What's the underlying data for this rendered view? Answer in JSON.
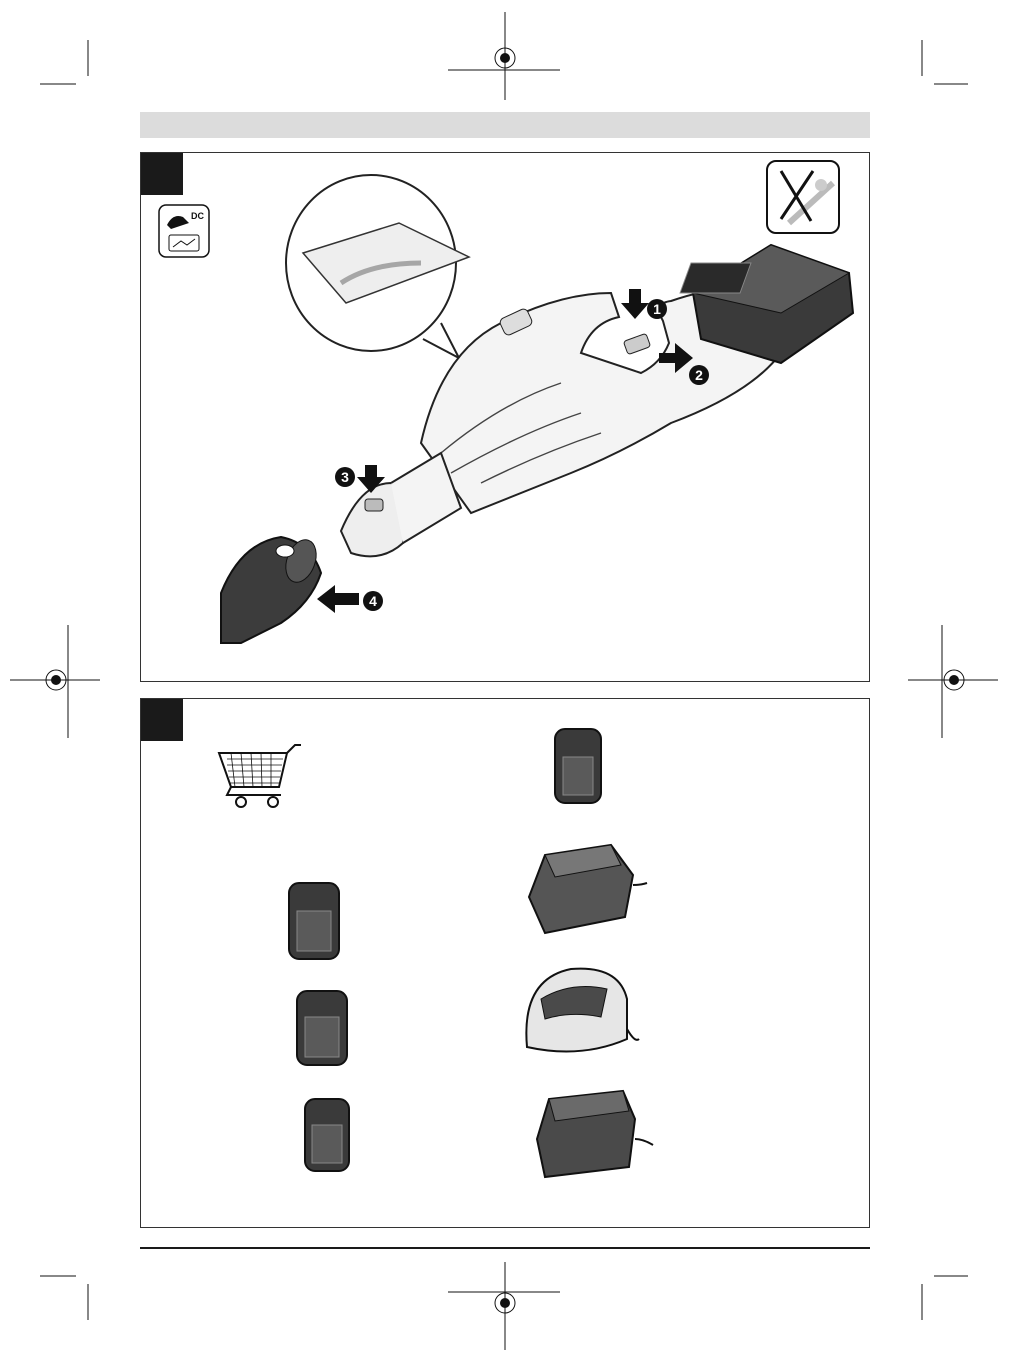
{
  "header": {
    "bar_color": "#dcdcdc"
  },
  "figure_a": {
    "steps": [
      {
        "label": "1",
        "action": "press-release-button"
      },
      {
        "label": "2",
        "action": "insert-battery"
      },
      {
        "label": "3",
        "action": "press-nozzle-lock"
      },
      {
        "label": "4",
        "action": "pull-off-tube"
      }
    ],
    "icons": {
      "dc_label": "DC",
      "symbol_top_left": "dc-power-manual-icon",
      "symbol_top_right": "no-water-spray-icon",
      "cloth": "cleaning-cloth-icon"
    }
  },
  "figure_b": {
    "accessories_icon": "shopping-cart-icon",
    "batteries": [
      "battery-large",
      "battery-medium",
      "battery-small",
      "battery-compact"
    ],
    "chargers": [
      "charger-flat",
      "charger-dome",
      "charger-fast"
    ]
  },
  "colors": {
    "frame": "#333333",
    "tab": "#1a1a1a",
    "badge": "#111111"
  }
}
